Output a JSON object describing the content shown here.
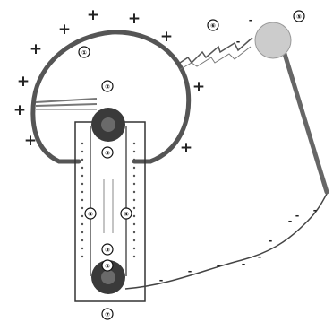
{
  "diagram": {
    "signs": {
      "positive": "+",
      "negative": "-"
    },
    "markers": [
      {
        "id": "dome-upper",
        "symbol": "①"
      },
      {
        "id": "comb-upper",
        "symbol": "②"
      },
      {
        "id": "roller-upper",
        "symbol": "③"
      },
      {
        "id": "belt-left",
        "symbol": "④"
      },
      {
        "id": "belt-right",
        "symbol": "④"
      },
      {
        "id": "roller-lower",
        "symbol": "③"
      },
      {
        "id": "comb-lower",
        "symbol": "②"
      },
      {
        "id": "base",
        "symbol": "⑦"
      },
      {
        "id": "spark",
        "symbol": "⑥"
      },
      {
        "id": "sphere",
        "symbol": "⑤"
      }
    ],
    "colors": {
      "dome": "#555555",
      "roller": "#3a3a3a",
      "sphere": "#cccccc",
      "rod": "#666666",
      "wire": "#444444"
    }
  }
}
